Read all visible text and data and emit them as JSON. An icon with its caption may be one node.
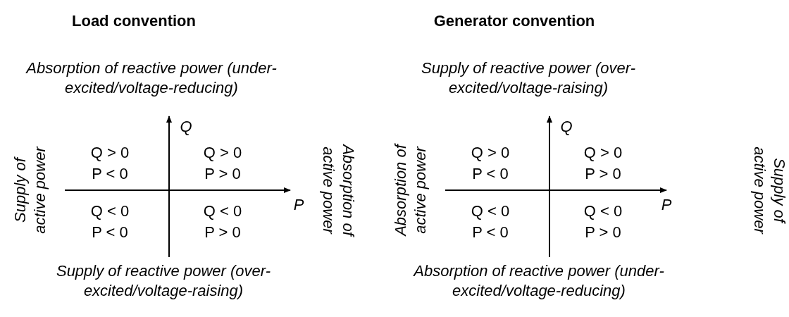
{
  "diagram": {
    "labels": [
      "Load convention",
      "Absorption of reactive power (under-excited/voltage-reducing)",
      "Q",
      "Supply of active power",
      "Q > 0",
      "P < 0",
      "Q > 0",
      "P > 0",
      "Absorption of active power",
      "P",
      "Q < 0",
      "P < 0",
      "Q < 0",
      "P > 0",
      "Supply of reactive power (over-excited/voltage-raising)",
      "Generator convention",
      "Supply of reactive power (over-excited/voltage-raising)",
      "Q",
      "Absorption of active power",
      "Q > 0",
      "P < 0",
      "Q > 0",
      "P > 0",
      "Supply of active power",
      "P",
      "Q < 0",
      "P < 0",
      "Q < 0",
      "P > 0",
      "Absorption of reactive power (under-excited/voltage-reducing)"
    ]
  }
}
